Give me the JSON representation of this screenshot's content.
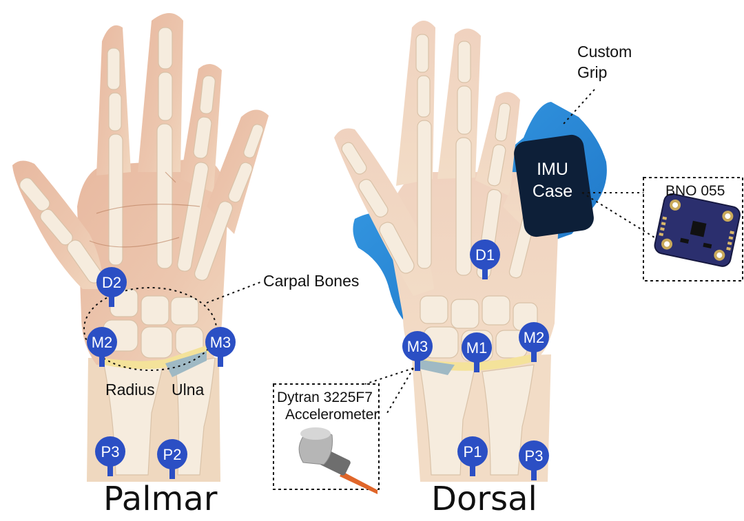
{
  "views": {
    "palmar": "Palmar",
    "dorsal": "Dorsal"
  },
  "annotations": {
    "carpal_bones": "Carpal Bones",
    "radius": "Radius",
    "ulna": "Ulna",
    "custom_grip_line1": "Custom",
    "custom_grip_line2": "Grip",
    "imu_case_line1": "IMU",
    "imu_case_line2": "Case",
    "bno": "BNO 055",
    "dytran_line1": "Dytran 3225F7",
    "dytran_line2": "Accelerometer"
  },
  "sensors": {
    "palmar": [
      "D2",
      "M2",
      "M3",
      "P3",
      "P2"
    ],
    "dorsal": [
      "D1",
      "M3",
      "M1",
      "M2",
      "P1",
      "P3"
    ]
  },
  "colors": {
    "skin": "#edcfb6",
    "bone": "#f6ecde",
    "sensor": "#2b4fc4",
    "grip": "#1f82d6",
    "imu_case": "#0d1f38",
    "pcb": "#2b2f6e",
    "cartilage": "#f4e29a",
    "ligament": "#9fb9c4"
  }
}
